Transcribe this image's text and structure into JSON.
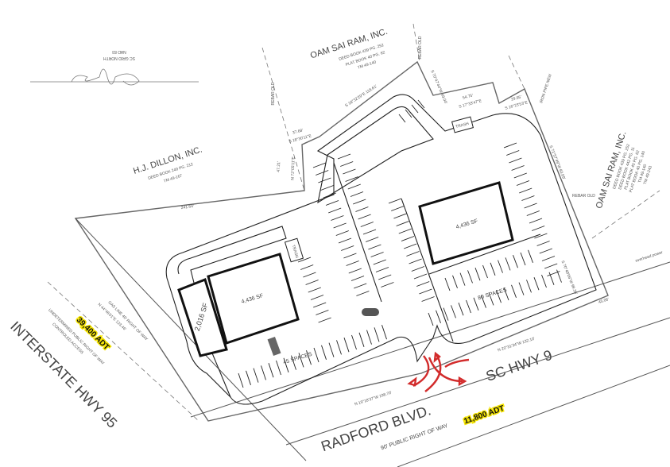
{
  "north_arrow": {
    "line1": "SC GRID NORTH",
    "line2": "NAD 83"
  },
  "parcels": {
    "north": {
      "owner": "OAM SAI RAM, INC.",
      "deed": "DEED BOOK 439 PG. 252",
      "plat": "PLAT BOOK 40 PG. 62",
      "tm": "TM 49-140"
    },
    "west": {
      "owner": "H.J. DILLON, INC.",
      "deed": "DEED BOOK 249 PG. 212",
      "tm": "TM 49-167"
    },
    "east": {
      "owner": "OAM SAI RAM, INC.",
      "deed1": "DEED BOOK 439 PG. 252",
      "deed2": "DEED BOOK 442 PG. 11",
      "plat1": "PLAT BOOK 40 PG. 62",
      "plat2": "PLAT BOOK 40 PG. 140",
      "tm1": "TM 49-140",
      "tm2": "TM 49-243"
    }
  },
  "bearings": {
    "b1": "S 18°32'29\"E  118.61'",
    "b2": "S 70°47'44\"W  49.00'",
    "b3": "54.75'",
    "b4": "S 17°33'47\"E",
    "b5": "29.95'",
    "b6": "S 16°23'53\"E",
    "b7": "S 71°57'49\"W  83.09'",
    "b8": "37.68'",
    "b9": "S 18°30'11\"E",
    "b10": "47.21'",
    "b11": "N 72°05'11\"E",
    "b12": "241.64'",
    "b13": "N 19°18'37\"W  198.70'",
    "b14": "N 20°31'34\"W  132.10'",
    "b15": "45.06'",
    "b16": "N 44°46'01\"E  123.46'",
    "b17": "S 70°49'06\"W  99.35'",
    "rebar1": "REBAR OLD",
    "rebar2": "REBAR OLD",
    "rebar3": "REBAR OLD",
    "ironpipe": "IRON PIPE NEW"
  },
  "buildings": {
    "right": "4,436 SF",
    "left": "4,436 SF",
    "small": "2,016 SF"
  },
  "trash": {
    "t1": "TRASH",
    "t2": "TRASH"
  },
  "parking": {
    "left": "45 SPACES",
    "right": "80 SPACES"
  },
  "roads": {
    "radford": "RADFORD BLVD.",
    "radford_row": "90' PUBLIC RIGHT OF WAY",
    "sc_hwy": "SC HWY 9",
    "interstate": "INTERSTATE HWY 95",
    "interstate_note1": "UNDETERMINED PUBLIC RIGHT OF WAY",
    "interstate_note2": "CONTROLED ACCESS",
    "gas_line": "GAS LINE 40' RIGHT OF WAY",
    "overhead": "overhead power"
  },
  "traffic": {
    "interstate_adt": "39,400 ADT",
    "radford_adt": "11,800 ADT"
  },
  "colors": {
    "arrow": "#d22b2b",
    "adt_highlight": "#f5e400"
  }
}
